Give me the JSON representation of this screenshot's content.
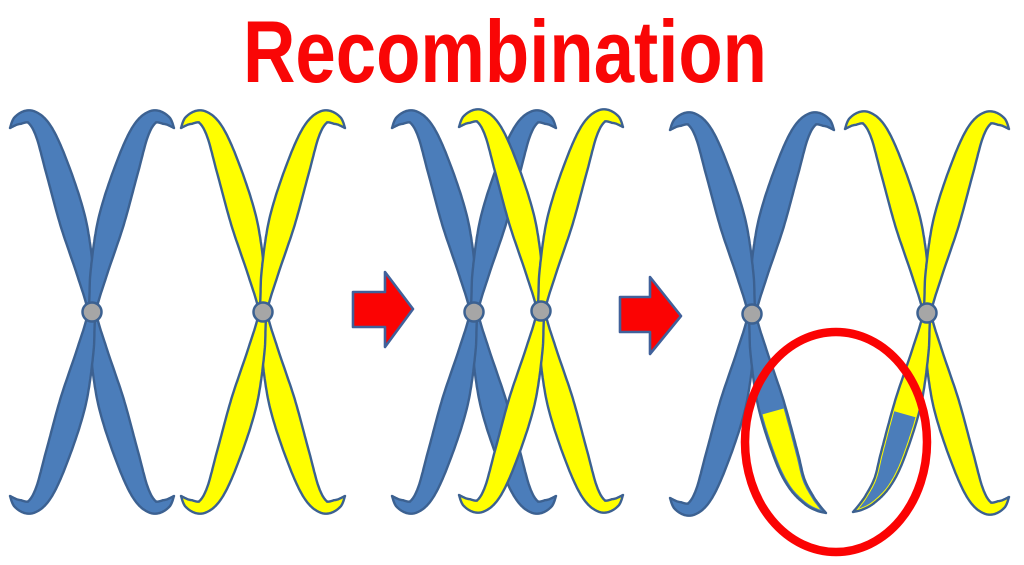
{
  "title": {
    "text": "Recombination"
  },
  "colors": {
    "title_red": "#f90606",
    "arrow_red": "#fb0303",
    "highlight_red": "#fb0303",
    "chromosome_blue": "#4b7dba",
    "chromosome_yellow": "#ffff00",
    "outline_dark_blue": "#3c6191",
    "arrow_outline_blue": "#40619b",
    "centromere_gray": "#a6a6a6",
    "background": "#ffffff"
  },
  "diagram": {
    "stage_count": 3,
    "chromosomes_per_stage": 2,
    "arrow_icons": [
      "right-arrow-icon",
      "right-arrow-icon"
    ],
    "highlight_icon": "crossover-highlight-ellipse"
  }
}
